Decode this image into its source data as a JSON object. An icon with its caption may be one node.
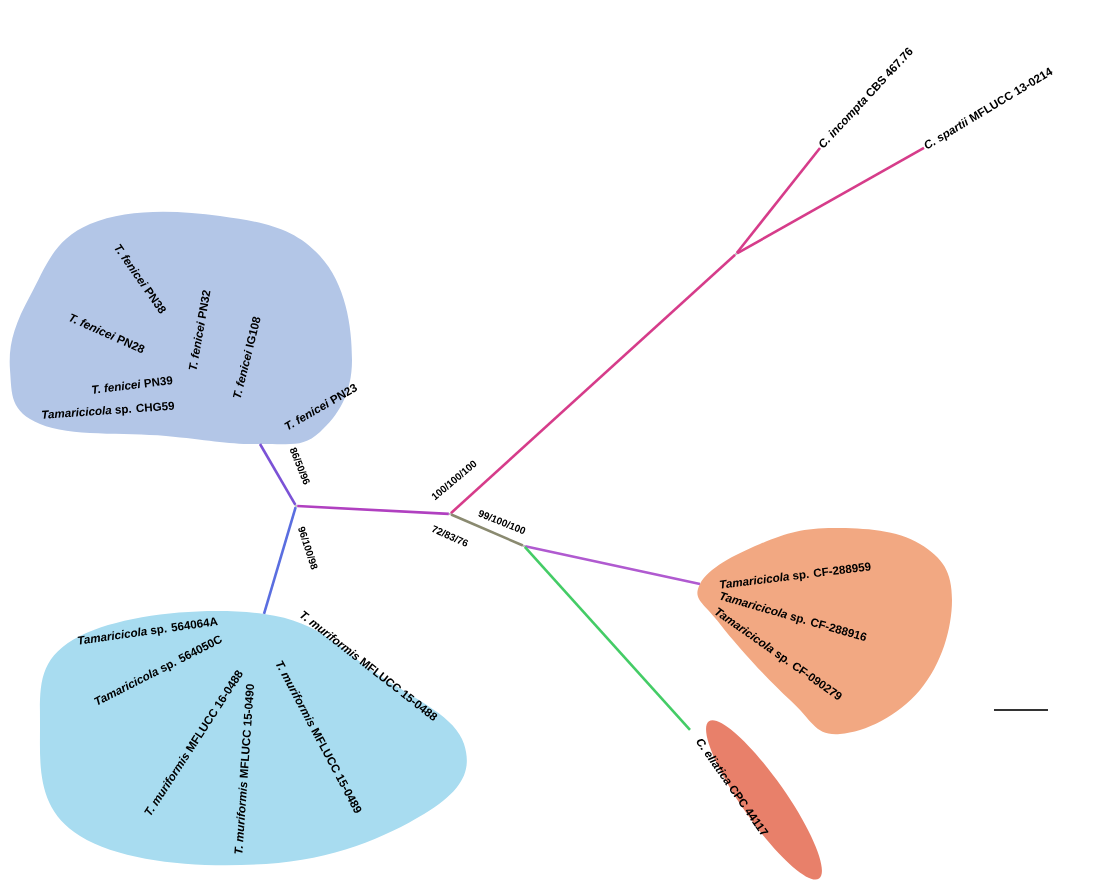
{
  "diagram": {
    "nodes": [
      {
        "text": [
          "*T. fenicei* PN32",
          "*T. fenicei* IG108",
          "*T. fenicei* PN23",
          "*T. fenicei* PN38",
          "*T. fenicei* PN28",
          "*T. fenicei* PN39",
          "*Tamaricicola* sp. CHG59"
        ]
      },
      {
        "text": [
          "*Tamaricicola* sp. 564064A",
          "*Tamaricicola* sp. 564050C",
          "*T. muriformis* MFLUCC 16-0488",
          "*T. muriformis* MFLUCC 15-0490",
          "*T. muriformis* MFLUCC 15-0488",
          "*T. muriformis* MFLUCC 15-0489"
        ]
      },
      {
        "text": [
          "*Tamaricicola* sp. CF-288959",
          "*Tamaricicola* sp. CF-288916",
          "*Tamaricicola* sp. CF-090279"
        ]
      },
      {
        "text": [
          "*C. eliatica* CPC 44117"
        ]
      },
      {
        "text": [
          "*C. incompta* CBS 467.76"
        ]
      },
      {
        "text": [
          "*C. spartii* MFLUCC 13-0214"
        ]
      },
      {
        "text": [],
        "shape": "point"
      },
      {
        "text": [],
        "shape": "point"
      },
      {
        "text": [],
        "shape": "point"
      },
      {
        "text": [],
        "shape": "point"
      }
    ],
    "edges": [
      {
        "from": 6,
        "to": 0,
        "arrow": "none",
        "label": "86/50/96",
        "color": "#7b52d6"
      },
      {
        "from": 6,
        "to": 1,
        "arrow": "none",
        "label": "96/100/98",
        "color": "#5a6ee0"
      },
      {
        "from": 6,
        "to": 7,
        "arrow": "none",
        "color": "#b040c0"
      },
      {
        "from": 7,
        "to": 8,
        "arrow": "none",
        "label": "100/100/100",
        "color": "#d63c8a"
      },
      {
        "from": 8,
        "to": 4,
        "arrow": "none",
        "color": "#d63c8a"
      },
      {
        "from": 8,
        "to": 5,
        "arrow": "none",
        "color": "#d63c8a"
      },
      {
        "from": 7,
        "to": 9,
        "arrow": "none",
        "label": "99/100/100",
        "color": "#8a8a70"
      },
      {
        "from": 9,
        "to": 2,
        "arrow": "none",
        "color": "#b05ad0"
      },
      {
        "from": 9,
        "to": 3,
        "arrow": "none",
        "color": "#44cc66"
      }
    ],
    "labels": [
      "72/83/76"
    ]
  }
}
